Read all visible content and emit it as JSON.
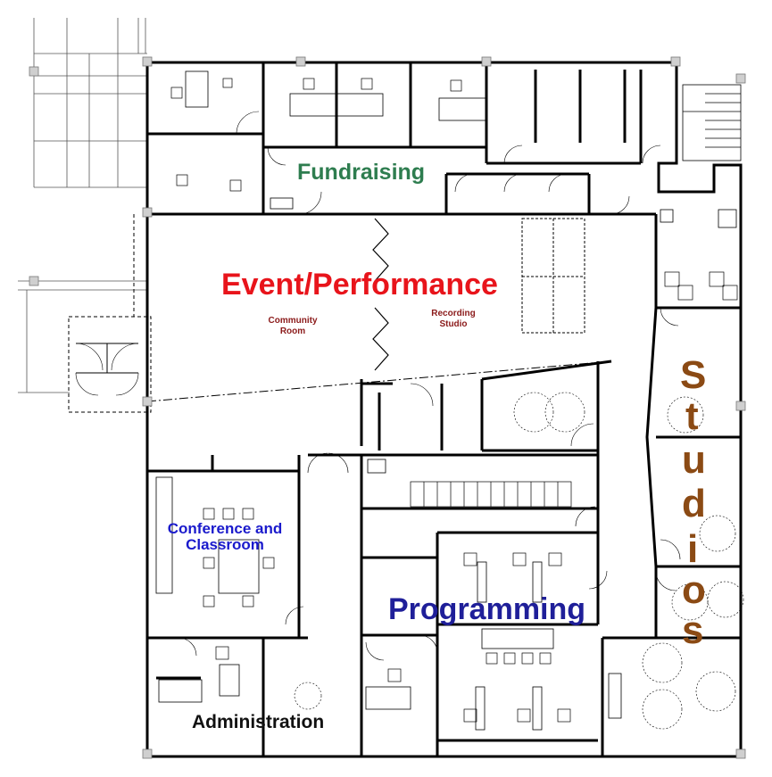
{
  "labels": {
    "fundraising": "Fundraising",
    "event_performance": "Event/Performance",
    "community_room_1": "Community",
    "community_room_2": "Room",
    "recording_studio_1": "Recording",
    "recording_studio_2": "Studio",
    "conference_1": "Conference and",
    "conference_2": "Classroom",
    "programming": "Programming",
    "administration": "Administration",
    "studios": [
      "S",
      "t",
      "u",
      "d",
      "i",
      "o",
      "s"
    ]
  },
  "colors": {
    "fundraising": "#2e7d4f",
    "event_performance": "#e8141b",
    "room_label": "#8b1a1a",
    "conference": "#1a1acc",
    "programming": "#1f1f99",
    "administration": "#111111",
    "studios": "#8b4a14"
  }
}
